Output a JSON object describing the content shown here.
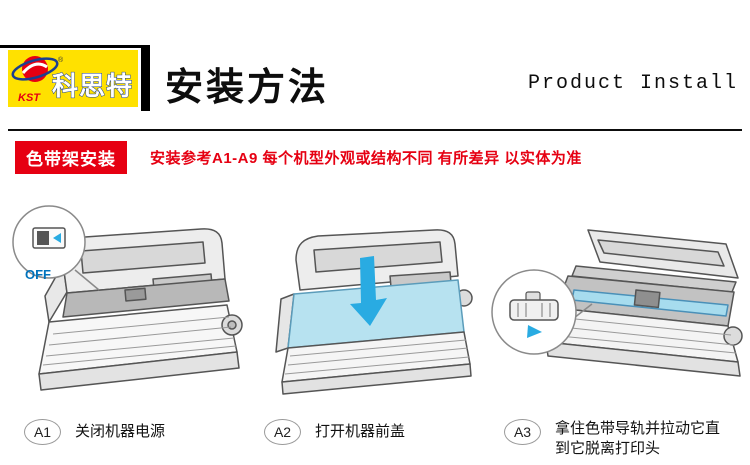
{
  "header": {
    "brand": "科思特",
    "brand_sub": "KST",
    "reg_mark": "®",
    "title": "安装方法",
    "subtitle": "Product Install"
  },
  "section": {
    "badge": "色带架安装",
    "note": "安装参考A1-A9 每个机型外观或结构不同 有所差异 以实体为准"
  },
  "steps": [
    {
      "id": "A1",
      "caption": "关闭机器电源",
      "callout": "OFF"
    },
    {
      "id": "A2",
      "caption": "打开机器前盖"
    },
    {
      "id": "A3",
      "caption": "拿住色带导轨并拉动它直到它脱离打印头"
    }
  ],
  "colors": {
    "accent_red": "#E60012",
    "logo_yellow": "#FFE100",
    "logo_blue": "#1B3F8F",
    "highlight_blue": "#29ABE2",
    "cover_blue": "#B7E2F0",
    "off_label_blue": "#0072BC",
    "line_gray": "#555555"
  }
}
